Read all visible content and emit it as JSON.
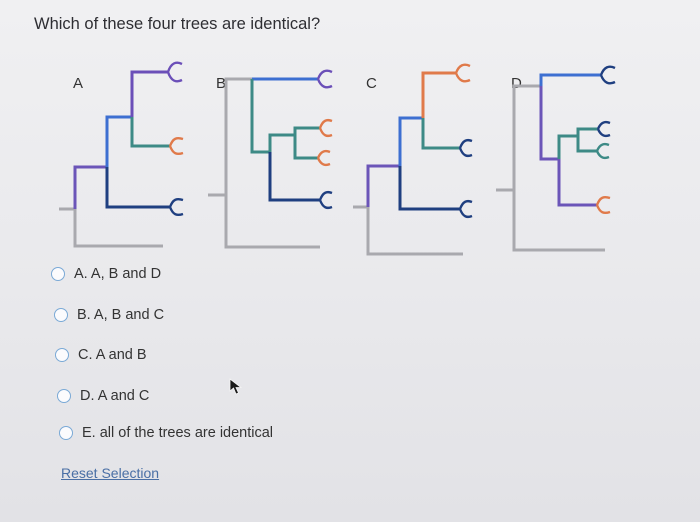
{
  "question": "Which of these four trees are identical?",
  "colors": {
    "trunk": "#a9a9ae",
    "node_gray": "#a9a9ae",
    "node_blue": "#3d6fd1",
    "node_purple": "#6b55b8",
    "node_teal": "#3d8a86",
    "tip_purple": "#6b4fb8",
    "tip_orange": "#e07a4a",
    "tip_navy": "#1f3f80",
    "radio_border": "#7aa9d6",
    "link": "#4a6fa5"
  },
  "trees": [
    {
      "label": "A"
    },
    {
      "label": "B"
    },
    {
      "label": "C"
    },
    {
      "label": "D"
    }
  ],
  "options": [
    {
      "label": "A. A, B and D"
    },
    {
      "label": "B. A, B and C"
    },
    {
      "label": "C. A and B"
    },
    {
      "label": "D. A and C"
    },
    {
      "label": "E. all of the trees are identical"
    }
  ],
  "reset_label": "Reset Selection",
  "cursor_icon": "mouse-pointer-icon"
}
